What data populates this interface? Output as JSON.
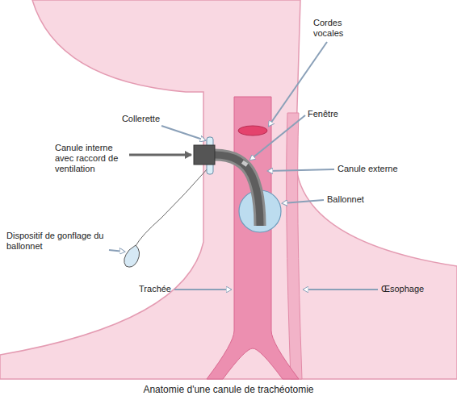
{
  "diagram": {
    "caption": "Anatomie d'une canule de trachéotomie",
    "labels": [
      "Cordes vocales",
      "Collerette",
      "Fenêtre",
      "Canule interne avec raccord de ventilation",
      "Canule externe",
      "Ballonnet",
      "Dispositif de gonflage du ballonnet",
      "Trachée",
      "Œsophage"
    ]
  }
}
